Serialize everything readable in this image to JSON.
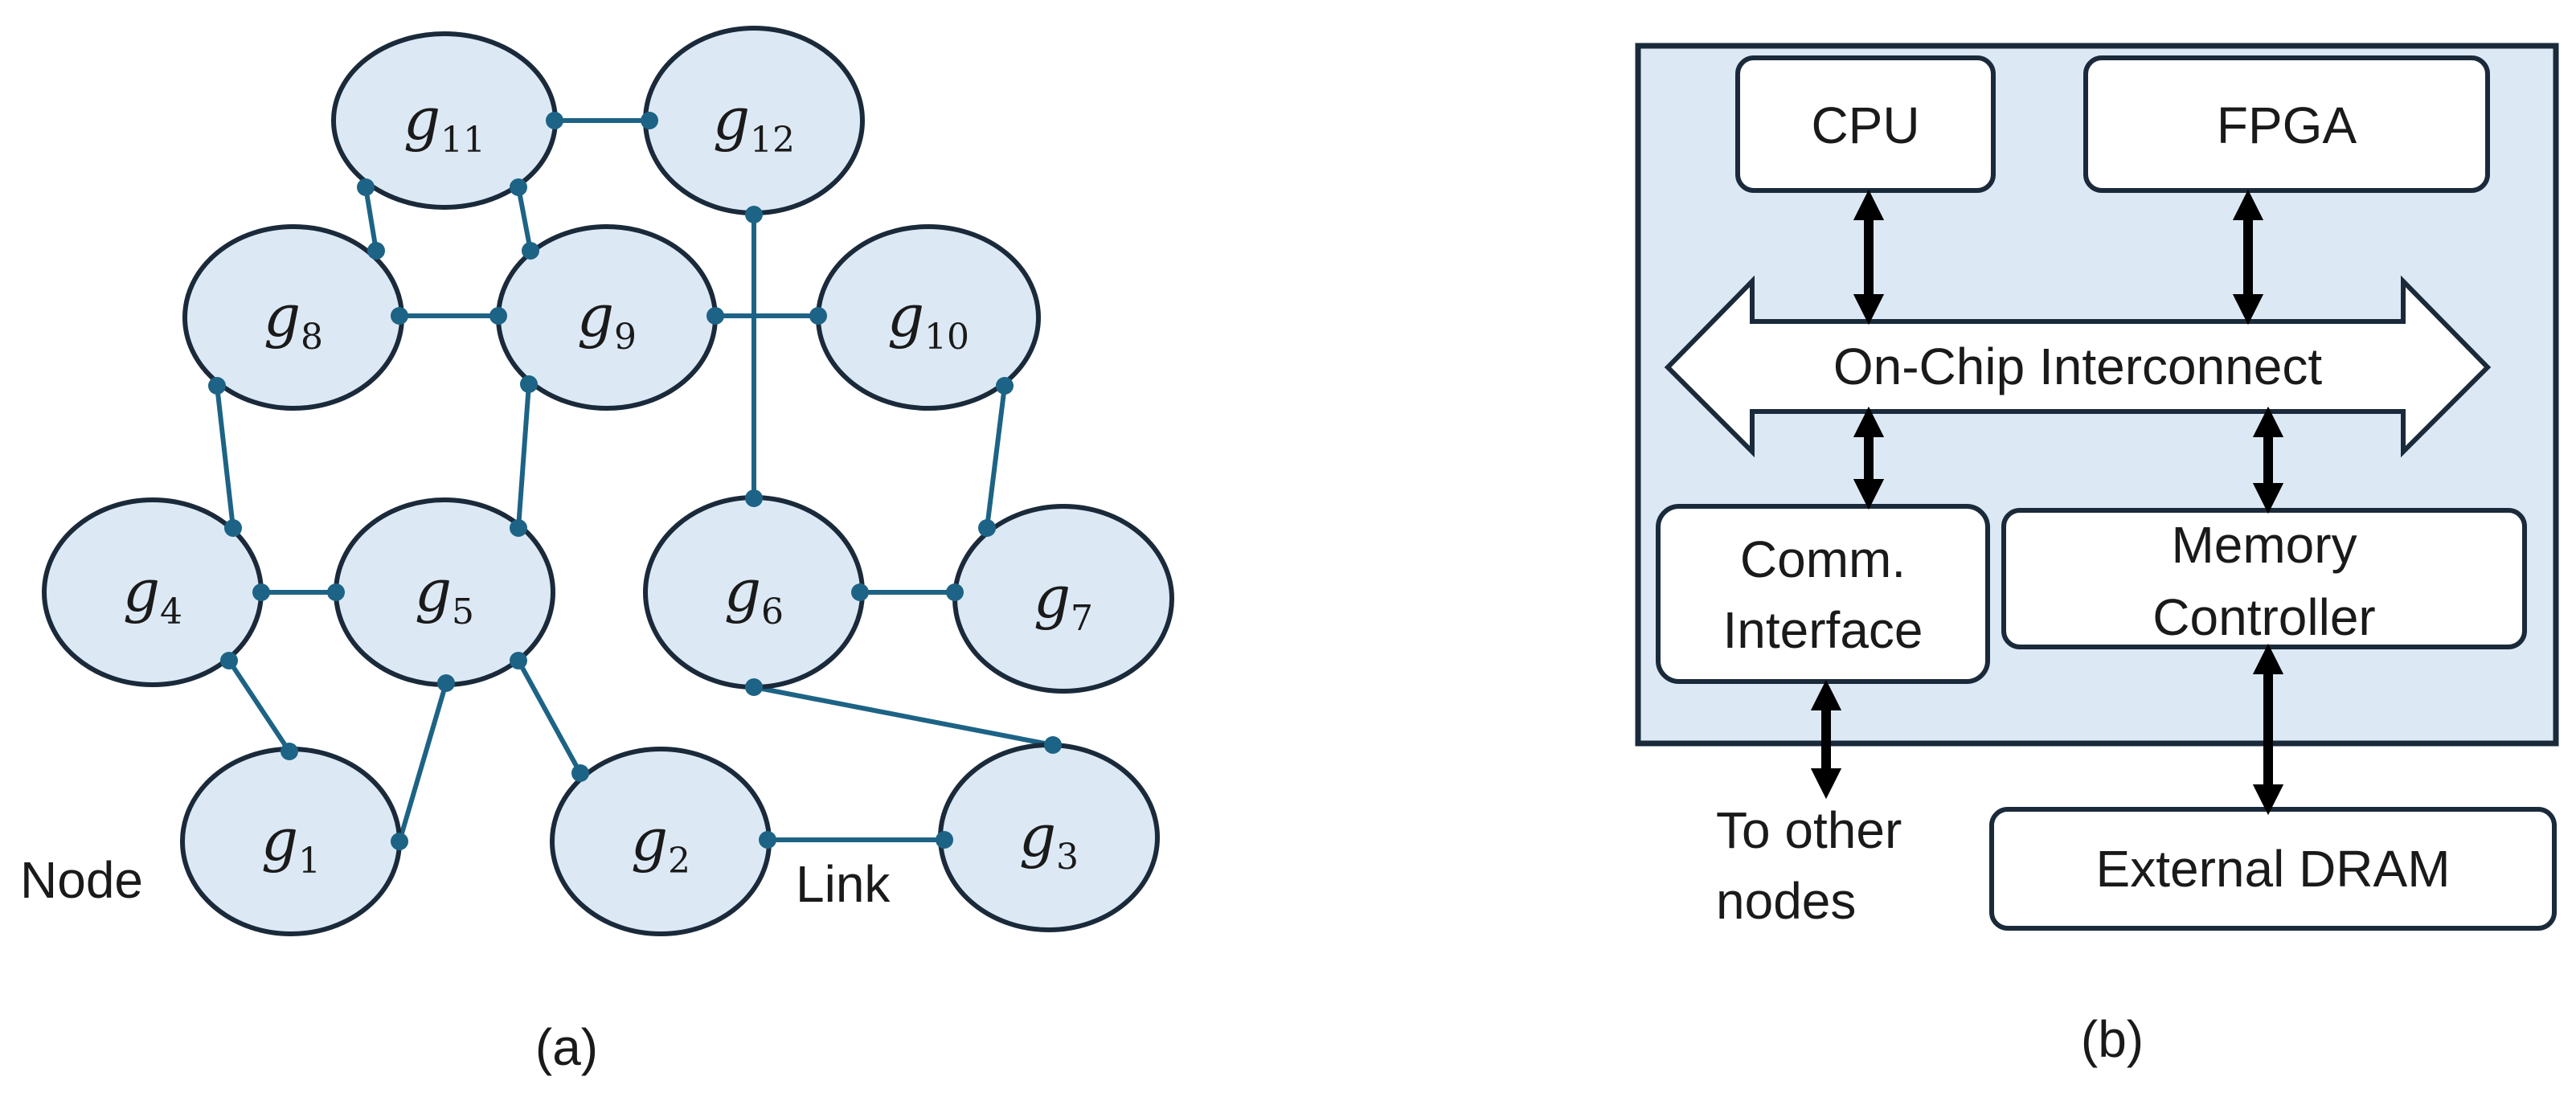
{
  "panel_a": {
    "caption": "(a)",
    "node_text": "Node",
    "link_text": "Link",
    "nodes": [
      {
        "id": "g1",
        "letter": "g",
        "sub": "1"
      },
      {
        "id": "g2",
        "letter": "g",
        "sub": "2"
      },
      {
        "id": "g3",
        "letter": "g",
        "sub": "3"
      },
      {
        "id": "g4",
        "letter": "g",
        "sub": "4"
      },
      {
        "id": "g5",
        "letter": "g",
        "sub": "5"
      },
      {
        "id": "g6",
        "letter": "g",
        "sub": "6"
      },
      {
        "id": "g7",
        "letter": "g",
        "sub": "7"
      },
      {
        "id": "g8",
        "letter": "g",
        "sub": "8"
      },
      {
        "id": "g9",
        "letter": "g",
        "sub": "9"
      },
      {
        "id": "g10",
        "letter": "g",
        "sub": "10"
      },
      {
        "id": "g11",
        "letter": "g",
        "sub": "11"
      },
      {
        "id": "g12",
        "letter": "g",
        "sub": "12"
      }
    ]
  },
  "panel_b": {
    "caption": "(b)",
    "cpu": "CPU",
    "fpga": "FPGA",
    "interconnect": "On-Chip Interconnect",
    "comm_line1": "Comm.",
    "comm_line2": "Interface",
    "mem_line1": "Memory",
    "mem_line2": "Controller",
    "dram": "External DRAM",
    "other_line1": "To other",
    "other_line2": "nodes"
  }
}
